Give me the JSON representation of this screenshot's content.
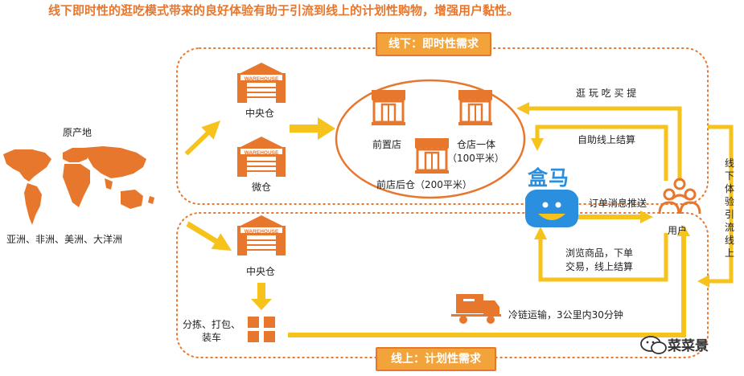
{
  "headline": "线下即时性的逛吃模式带来的良好体验有助于引流到线上的计划性购物，增强用户黏性。",
  "offline_tag": "线下：即时性需求",
  "online_tag": "线上：计划性需求",
  "origin": {
    "label": "原产地",
    "regions": "亚洲、非洲、美洲、大洋洲"
  },
  "offline": {
    "warehouse_sign": "WAREHOUSE",
    "central_warehouse": "中央仓",
    "micro_warehouse": "微仓",
    "stores": {
      "front_store": "前置店",
      "store_warehouse_line1": "仓店一体",
      "store_warehouse_line2": "（100平米）",
      "front_store_back_warehouse": "前店后仓（200平米）"
    }
  },
  "online": {
    "warehouse_sign": "WAREHOUSE",
    "central_warehouse": "中央仓",
    "processing_line1": "分拣、打包、",
    "processing_line2": "装车",
    "cold_chain": "冷链运输，3公里内30分钟"
  },
  "hema": {
    "logo_text": "盒马"
  },
  "user": {
    "label": "用户"
  },
  "flows": {
    "shopping": "逛 玩 吃 买 提",
    "self_checkout": "自助线上结算",
    "order_push": "订单消息推送",
    "browse_line1": "浏览商品，下单",
    "browse_line2": "交易，线上结算",
    "offline_to_online": "线下体验引流线上"
  },
  "watermark": "菜菜景",
  "colors": {
    "orange_dark": "#E8772E",
    "orange_light": "#F2A33A",
    "yellow": "#F6C21C",
    "blue": "#2B8FE0"
  }
}
